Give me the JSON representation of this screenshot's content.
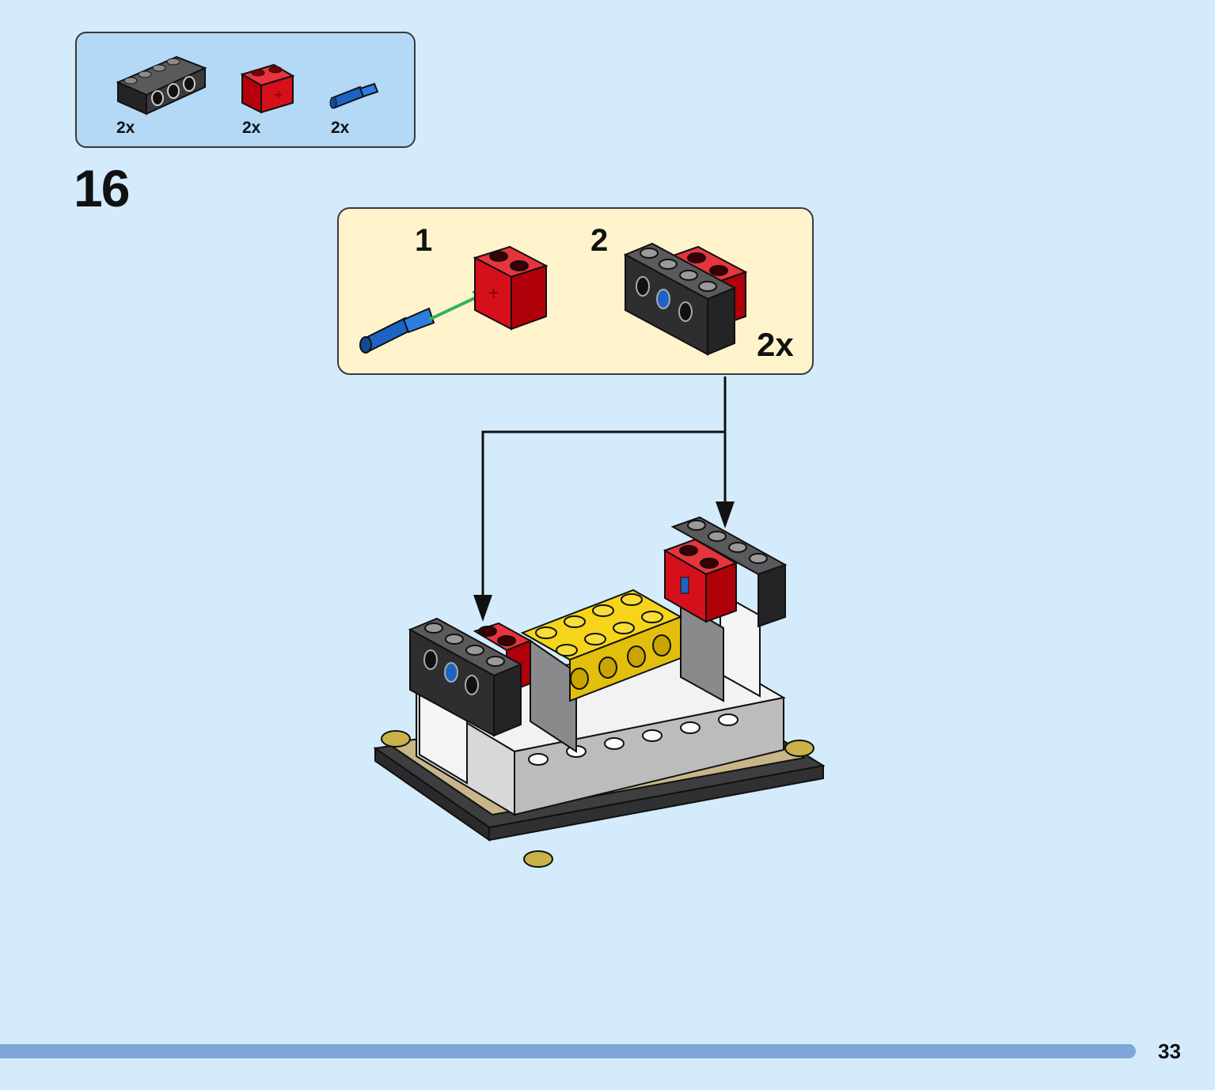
{
  "parts_list": {
    "items": [
      {
        "icon": "dark-gray-technic-brick-1x4-icon",
        "qty": "2x"
      },
      {
        "icon": "red-brick-1x2-axle-hole-icon",
        "qty": "2x"
      },
      {
        "icon": "blue-axle-pin-icon",
        "qty": "2x"
      }
    ]
  },
  "step": {
    "number": "16"
  },
  "sub_assembly": {
    "steps": [
      {
        "label": "1"
      },
      {
        "label": "2"
      }
    ],
    "multiplier": "2x"
  },
  "page": {
    "number": "33"
  },
  "colors": {
    "background": "#d4ebfb",
    "parts_box": "#b4d9f6",
    "sub_box": "#fff3cc",
    "page_bar": "#7ea6d8",
    "red_brick": "#d6101a",
    "dark_gray_brick": "#2e2e30",
    "blue_pin": "#1e63c4",
    "yellow_brick": "#f5d41a",
    "arrow_green": "#2fb35a"
  }
}
